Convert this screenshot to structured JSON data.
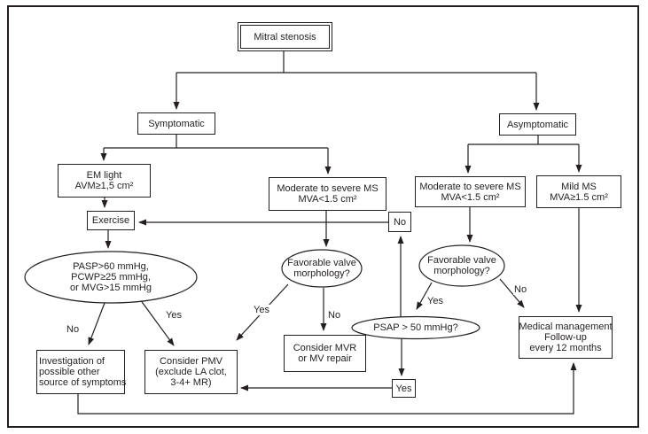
{
  "colors": {
    "ink": "#231f20",
    "background": "#ffffff"
  },
  "nodes": {
    "mitral_stenosis": {
      "label": "Mitral stenosis"
    },
    "symptomatic": {
      "label": "Symptomatic"
    },
    "asymptomatic": {
      "label": "Asymptomatic"
    },
    "em_light": {
      "line1": "EM light",
      "line2": "AVM≥1,5 cm²"
    },
    "exercise": {
      "label": "Exercise"
    },
    "mod_severe_ms_sym": {
      "line1": "Moderate to severe MS",
      "line2": "MVA<1.5 cm²"
    },
    "mod_severe_ms_asym": {
      "line1": "Moderate to severe MS",
      "line2": "MVA<1.5 cm²"
    },
    "mild_ms": {
      "line1": "Mild MS",
      "line2": "MVA≥1.5 cm²"
    },
    "no_router": {
      "label": "No"
    },
    "yes_router": {
      "label": "Yes"
    },
    "investigation": {
      "line1": "Investigation of",
      "line2": "possible other",
      "line3": "source of symptoms"
    },
    "consider_pmv": {
      "line1": "Consider PMV",
      "line2": "(exclude LA clot,",
      "line3": "3-4+ MR)"
    },
    "consider_mvr": {
      "line1": "Consider MVR",
      "line2": "or MV repair"
    },
    "medical_mgmt": {
      "line1": "Medical management",
      "line2": "Follow-up",
      "line3": "every 12 months"
    }
  },
  "decisions": {
    "pressure_test": {
      "line1": "PASP>60 mmHg,",
      "line2": "PCWP≥25 mmHg,",
      "line3": "or MVG>15 mmHg"
    },
    "favorable_morphology_sym": {
      "line1": "Favorable valve",
      "line2": "morphology?"
    },
    "favorable_morphology_asym": {
      "line1": "Favorable valve",
      "line2": "morphology?"
    },
    "psap_50": {
      "label": "PSAP > 50 mmHg?"
    }
  },
  "edge_labels": {
    "no_left": "No",
    "yes_left": "Yes",
    "yes_center": "Yes",
    "no_center": "No",
    "yes_right": "Yes",
    "no_right": "No"
  }
}
